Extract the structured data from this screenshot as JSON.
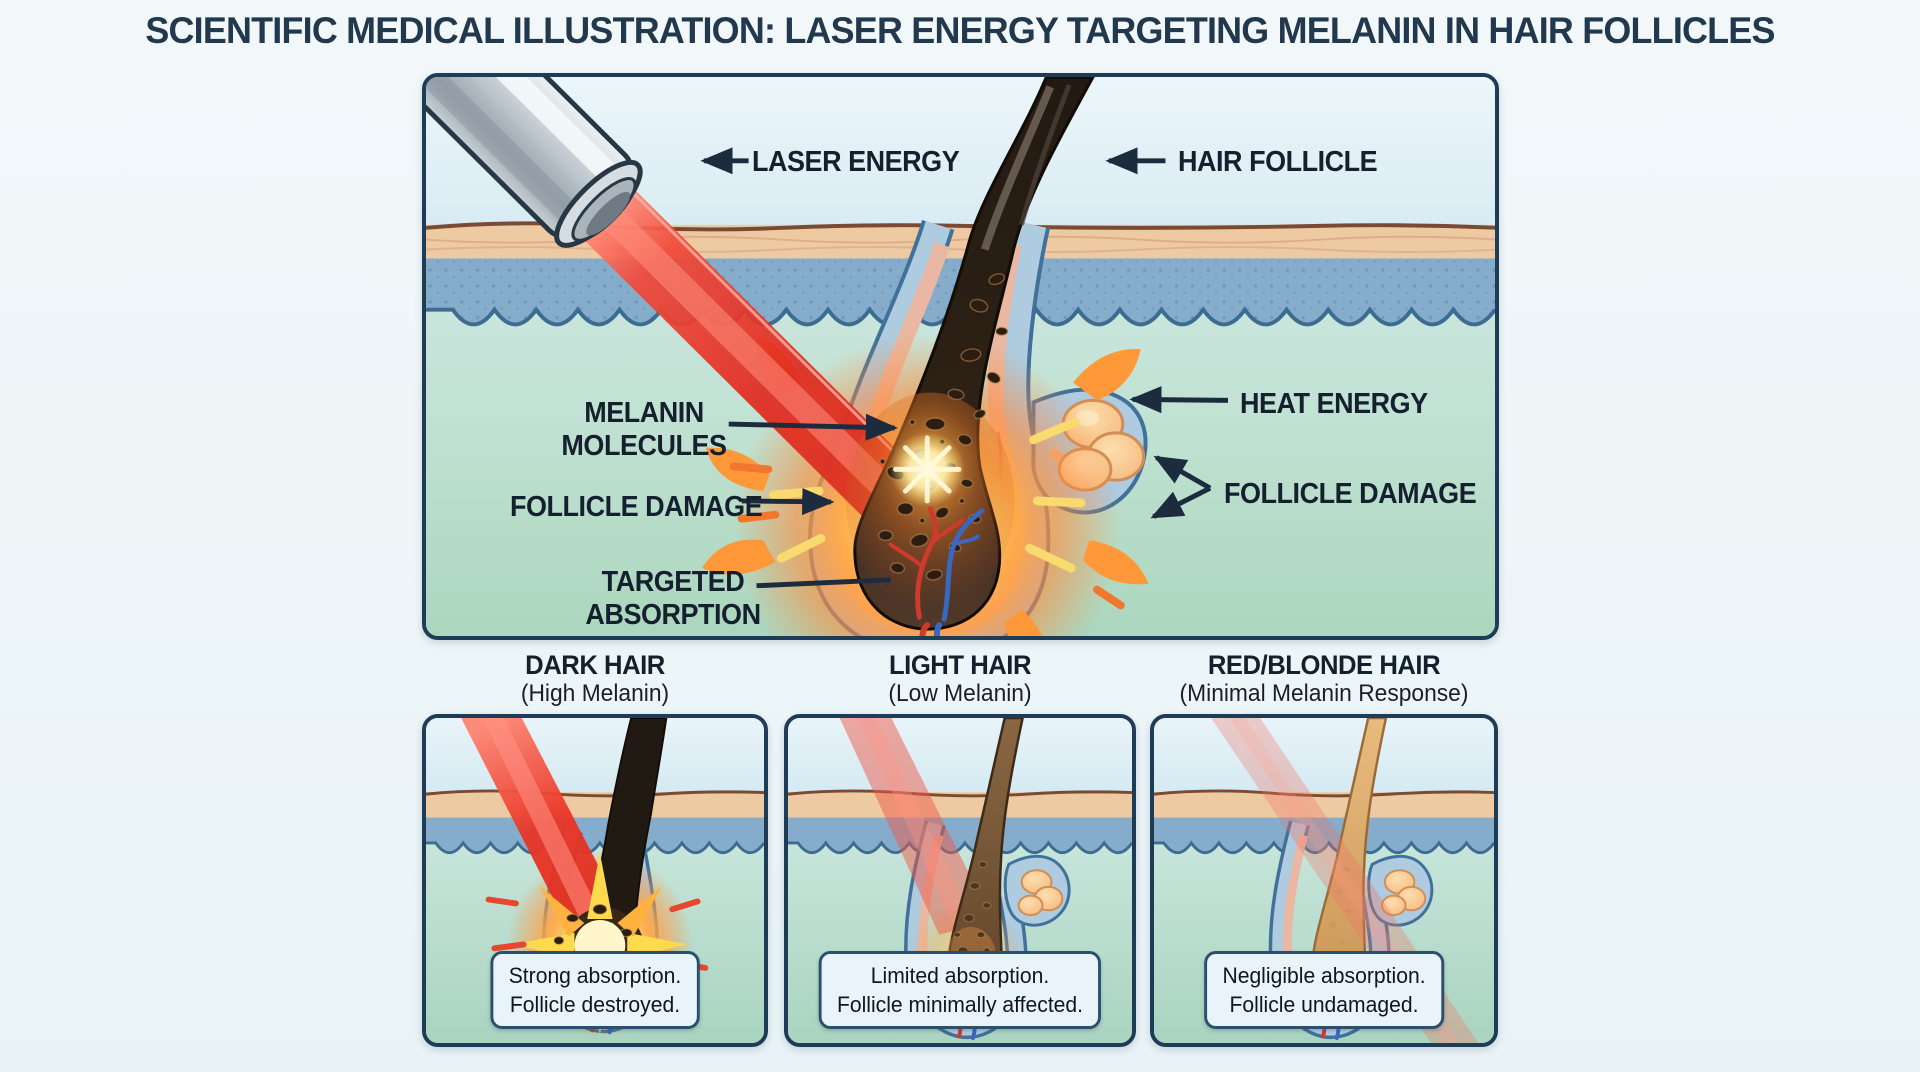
{
  "title": "SCIENTIFIC MEDICAL ILLUSTRATION: LASER ENERGY TARGETING MELANIN IN HAIR FOLLICLES",
  "main_diagram": {
    "labels": {
      "laser_energy": "LASER ENERGY",
      "hair_follicle": "HAIR FOLLICLE",
      "melanin_molecules": "MELANIN MOLECULES",
      "follicle_damage_left": "FOLLICLE DAMAGE",
      "targeted_absorption": "TARGETED ABSORPTION",
      "heat_energy": "HEAT ENERGY",
      "follicle_damage_right": "FOLLICLE DAMAGE"
    }
  },
  "comparison_panels": [
    {
      "title": "DARK HAIR",
      "subtitle": "(High Melanin)",
      "caption_line1": "Strong absorption.",
      "caption_line2": "Follicle destroyed."
    },
    {
      "title": "LIGHT HAIR",
      "subtitle": "(Low Melanin)",
      "caption_line1": "Limited absorption.",
      "caption_line2": "Follicle minimally affected."
    },
    {
      "title": "RED/BLONDE HAIR",
      "subtitle": "(Minimal Melanin Response)",
      "caption_line1": "Negligible absorption.",
      "caption_line2": "Follicle undamaged."
    }
  ],
  "colors": {
    "page_background": "#edf5f7",
    "title_text": "#22384d",
    "panel_border": "#1f3c57",
    "laser_red": "#e02a1e",
    "heat_glow_orange": "#ff9d3c",
    "epidermis_tan": "#eecaa2",
    "dermis_blue": "#85accb",
    "deep_tissue_teal": "#bfe0cd",
    "sebaceous_gland_peach": "#f8cd97",
    "caption_box_bg": "#e9f4fa",
    "label_text": "#15202e"
  }
}
